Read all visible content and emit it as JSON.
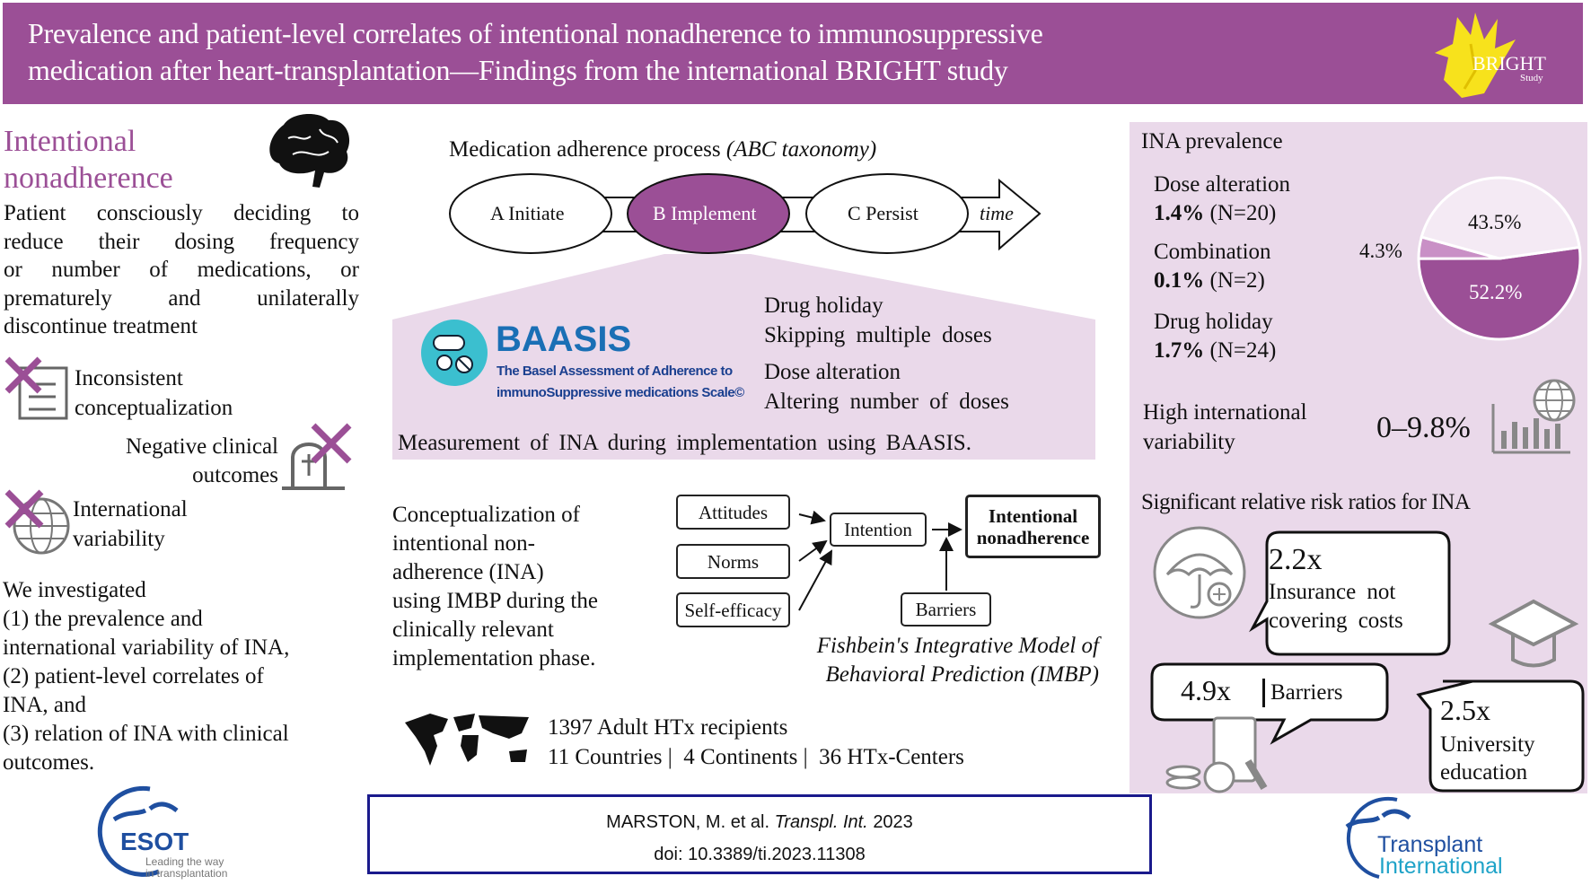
{
  "header": {
    "title_line1": "Prevalence and patient-level correlates of intentional nonadherence to immunosuppressive",
    "title_line2": "medication after heart-transplantation—Findings from the international BRIGHT study",
    "logo_text": "BRIGHT",
    "logo_sub": "Study"
  },
  "left": {
    "heading_line1": "Intentional",
    "heading_line2": "nonadherence",
    "definition": [
      "Patient consciously deciding to",
      "reduce their dosing frequency",
      "or number of medications, or",
      "prematurely and unilaterally",
      "discontinue treatment"
    ],
    "issues": [
      {
        "line1": "Inconsistent",
        "line2": "conceptualization"
      },
      {
        "line1": "Negative clinical",
        "line2": "outcomes"
      },
      {
        "line1": "International",
        "line2": "variability"
      }
    ],
    "aims_title": "We investigated",
    "aims": [
      "(1) the prevalence and",
      "international variability of INA,",
      "(2) patient-level correlates of",
      "INA, and",
      "(3) relation of INA with clinical",
      "outcomes."
    ]
  },
  "process": {
    "title": "Medication adherence process",
    "title_italic": "(ABC taxonomy)",
    "steps": [
      "A Initiate",
      "B Implement",
      "C Persist"
    ],
    "time": "time"
  },
  "baasis": {
    "name": "BAASIS",
    "sub1": "The Basel Assessment of Adherence to",
    "sub2": "immunoSuppressive medications Scale©",
    "drug_holiday": "Drug holiday",
    "drug_holiday_desc": "Skipping multiple doses",
    "dose_alteration": "Dose alteration",
    "dose_alteration_desc": "Altering number of doses",
    "measurement": "Measurement of INA during implementation using BAASIS."
  },
  "concept": {
    "lines": [
      "Conceptualization of",
      "intentional non-",
      "adherence (INA)",
      "using IMBP during the",
      "clinically relevant",
      "implementation phase."
    ]
  },
  "imbp": {
    "attitudes": "Attitudes",
    "norms": "Norms",
    "self_efficacy": "Self-efficacy",
    "intention": "Intention",
    "outcome_line1": "Intentional",
    "outcome_line2": "nonadherence",
    "barriers": "Barriers",
    "caption1": "Fishbein's Integrative Model of",
    "caption2": "Behavioral Prediction (IMBP)"
  },
  "sample": {
    "line1": "1397 Adult HTx recipients",
    "line2": "11 Countries |  4 Continents |  36 HTx-Centers"
  },
  "citation": {
    "authors": "MARSTON, M. et al.",
    "journal": "Transpl. Int.",
    "year": "2023",
    "doi": "doi: 10.3389/ti.2023.11308"
  },
  "prevalence": {
    "title": "INA prevalence",
    "items": [
      {
        "label": "Dose alteration",
        "pct": "1.4%",
        "n": "(N=20)"
      },
      {
        "label": "Combination",
        "pct": "0.1%",
        "n": "(N=2)"
      },
      {
        "label": "Drug holiday",
        "pct": "1.7%",
        "n": "(N=24)"
      }
    ],
    "variability_line1": "High international",
    "variability_line2": "variability",
    "variability_range": "0–9.8%"
  },
  "chart_data": {
    "type": "pie",
    "title": "INA prevalence",
    "slices": [
      {
        "name": "Drug holiday",
        "value": 52.2,
        "label": "52.2%",
        "color": "#9b4f96"
      },
      {
        "name": "Combination",
        "value": 4.3,
        "label": "4.3%",
        "color": "#c990c6"
      },
      {
        "name": "Dose alteration",
        "value": 43.5,
        "label": "43.5%",
        "color": "#f4eaf4"
      }
    ]
  },
  "risk": {
    "title": "Significant relative risk ratios for INA",
    "items": [
      {
        "ratio": "2.2x",
        "line1": "Insurance not",
        "line2": "covering costs"
      },
      {
        "ratio": "4.9x",
        "line1": "Barriers"
      },
      {
        "ratio": "2.5x",
        "line1": "University",
        "line2": "education"
      }
    ]
  },
  "logos": {
    "esot": "ESOT",
    "esot_tag1": "Leading the way",
    "esot_tag2": "in transplantation",
    "ti1": "Transplant",
    "ti2": "International"
  },
  "colors": {
    "purple": "#9b4f96",
    "lavender": "#ead9ea",
    "navy": "#1a1a8c",
    "baasis_blue": "#1a6fb5"
  }
}
